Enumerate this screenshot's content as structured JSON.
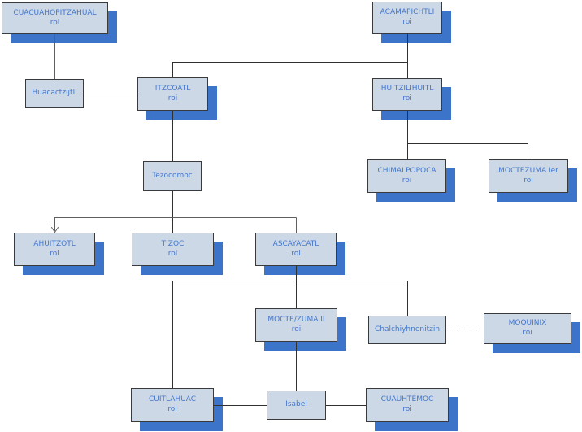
{
  "diagram_type": "family-tree-org-chart",
  "nodes": [
    {
      "name": "CUACUAHOPITZAHUAL",
      "subtitle": "roi"
    },
    {
      "name": "ACAMAPICHTLI",
      "subtitle": "roi"
    },
    {
      "name": "Huacactzijtli",
      "subtitle": ""
    },
    {
      "name": "ITZCOATL",
      "subtitle": "roi"
    },
    {
      "name": "HUITZILIHUITL",
      "subtitle": "roi"
    },
    {
      "name": "Tezocomoc",
      "subtitle": ""
    },
    {
      "name": "CHIMALPOPOCA",
      "subtitle": "roi"
    },
    {
      "name": "MOCTEZUMA Ier",
      "subtitle": "roi"
    },
    {
      "name": "AHUITZOTL",
      "subtitle": "roi"
    },
    {
      "name": "TIZOC",
      "subtitle": "roi"
    },
    {
      "name": "ASCAYACATL",
      "subtitle": "roi"
    },
    {
      "name": "MOCTE/ZUMA II",
      "subtitle": "roi"
    },
    {
      "name": "Chalchiyhnenitzin",
      "subtitle": ""
    },
    {
      "name": "MOQUINIX",
      "subtitle": "roi"
    },
    {
      "name": "CUITLAHUAC",
      "subtitle": "roi"
    },
    {
      "name": "Isabel",
      "subtitle": ""
    },
    {
      "name": "CUAUHTÉMOC",
      "subtitle": "roi"
    }
  ],
  "edges": [
    {
      "from": "CUACUAHOPITZAHUAL",
      "to": "Huacactzijtli",
      "style": "solid"
    },
    {
      "from": "Huacactzijtli",
      "to": "ITZCOATL",
      "style": "solid"
    },
    {
      "from": "ACAMAPICHTLI",
      "to": "ITZCOATL",
      "style": "solid"
    },
    {
      "from": "ACAMAPICHTLI",
      "to": "HUITZILIHUITL",
      "style": "solid"
    },
    {
      "from": "ITZCOATL",
      "to": "Tezocomoc",
      "style": "solid"
    },
    {
      "from": "HUITZILIHUITL",
      "to": "CHIMALPOPOCA",
      "style": "solid"
    },
    {
      "from": "HUITZILIHUITL",
      "to": "MOCTEZUMA Ier",
      "style": "solid"
    },
    {
      "from": "Tezocomoc",
      "to": "AHUITZOTL",
      "style": "arrow"
    },
    {
      "from": "Tezocomoc",
      "to": "TIZOC",
      "style": "solid"
    },
    {
      "from": "Tezocomoc",
      "to": "ASCAYACATL",
      "style": "solid"
    },
    {
      "from": "ASCAYACATL",
      "to": "CUITLAHUAC",
      "style": "solid"
    },
    {
      "from": "ASCAYACATL",
      "to": "MOCTE/ZUMA II",
      "style": "solid"
    },
    {
      "from": "ASCAYACATL",
      "to": "Chalchiyhnenitzin",
      "style": "solid"
    },
    {
      "from": "MOCTE/ZUMA II",
      "to": "Isabel",
      "style": "solid"
    },
    {
      "from": "CUITLAHUAC",
      "to": "Isabel",
      "style": "solid"
    },
    {
      "from": "Isabel",
      "to": "CUAUHTÉMOC",
      "style": "solid"
    },
    {
      "from": "Chalchiyhnenitzin",
      "to": "MOQUINIX",
      "style": "dashed"
    }
  ],
  "colors": {
    "box_fill": "#ccd8e6",
    "box_border": "#3a3a3a",
    "box_shadow": "#3b74c9",
    "text": "#4477cc",
    "line": "#303030",
    "line_light": "#5f5f5f"
  }
}
